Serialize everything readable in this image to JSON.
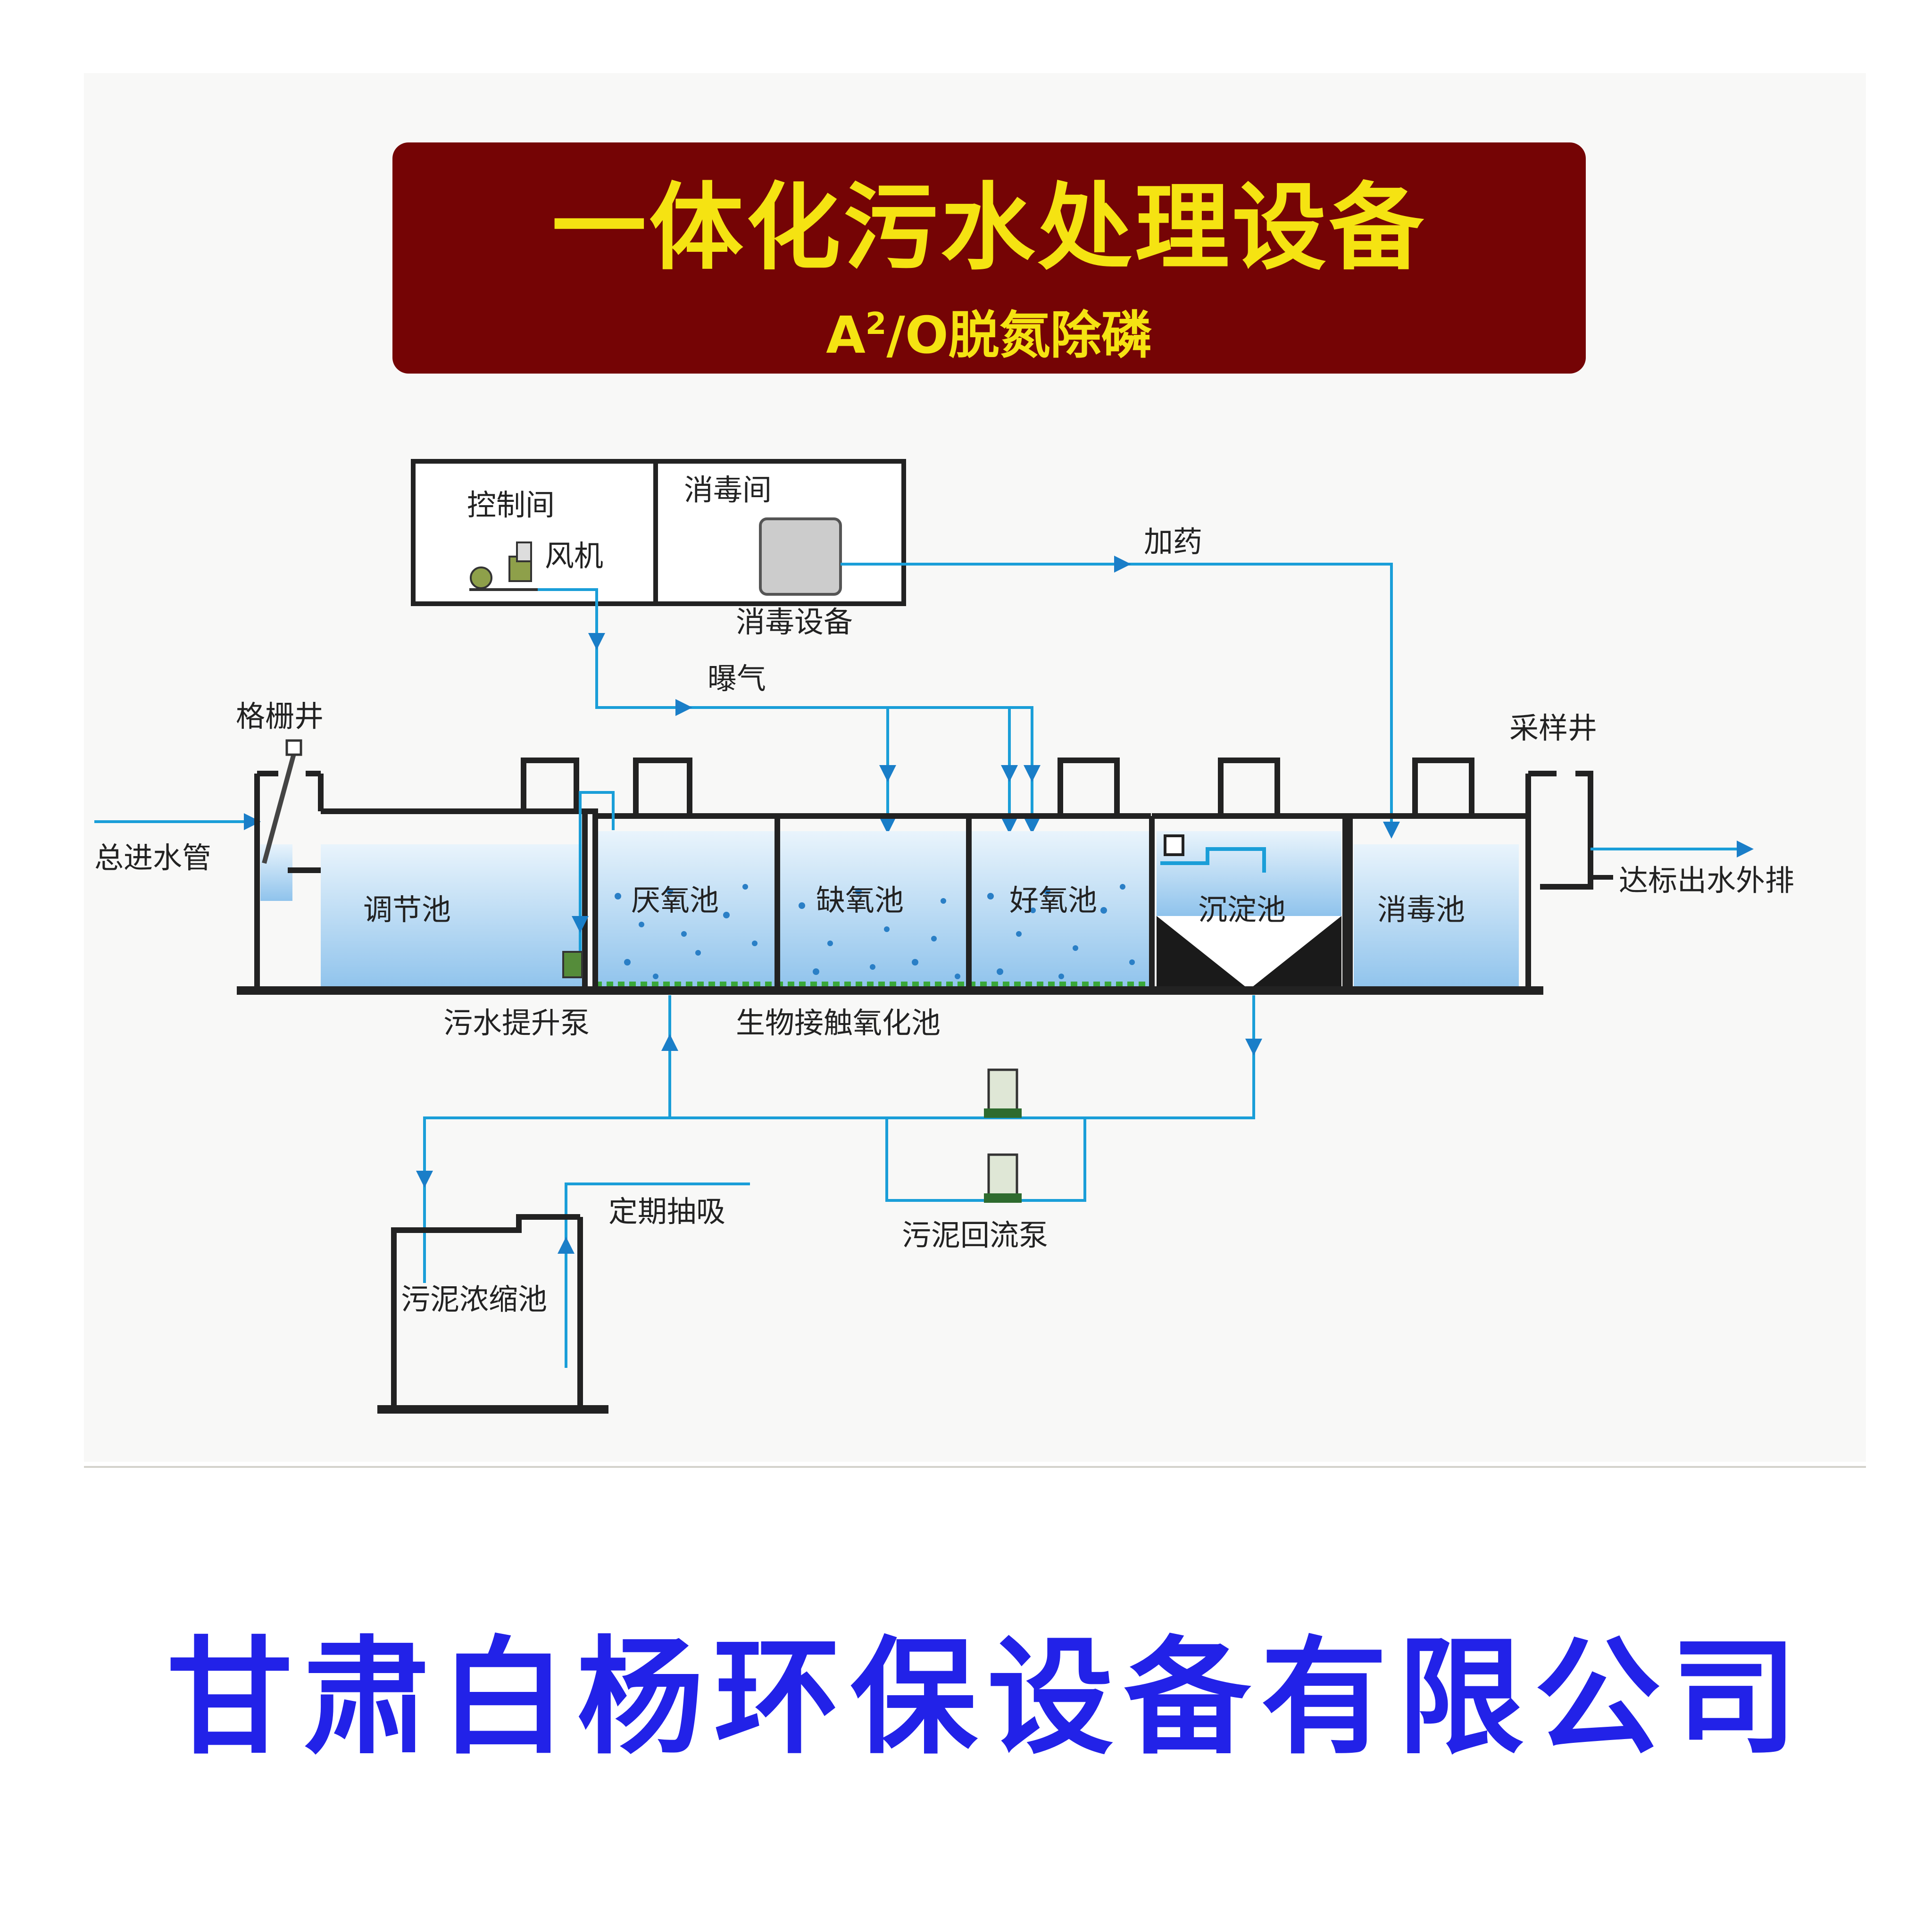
{
  "header": {
    "title": "一体化污水处理设备",
    "subtitle_main": "A",
    "subtitle_sup": "2",
    "subtitle_rest": "/O脱氮除磷"
  },
  "rooms": {
    "control_room": "控制间",
    "blower": "风机",
    "disinfection_room": "消毒间",
    "disinfection_equipment": "消毒设备"
  },
  "flows": {
    "dosing": "加药",
    "aeration": "曝气",
    "main_inlet": "总进水管",
    "discharge": "达标出水外排",
    "periodic_suction": "定期抽吸"
  },
  "structures": {
    "grille_well": "格栅井",
    "sampling_well": "采样井",
    "regulating_tank": "调节池",
    "anaerobic_tank": "厌氧池",
    "anoxic_tank": "缺氧池",
    "aerobic_tank": "好氧池",
    "sedimentation_tank": "沉淀池",
    "disinfection_tank": "消毒池",
    "lift_pump": "污水提升泵",
    "bio_contact_tank": "生物接触氧化池",
    "sludge_return_pump": "污泥回流泵",
    "sludge_thickener": "污泥浓缩池"
  },
  "footer": {
    "company": "甘肃白杨环保设备有限公司"
  },
  "colors": {
    "banner_bg": "#750405",
    "banner_text": "#f5e312",
    "pipe": "#1a9ed8",
    "water": "#b8d9f2",
    "wall": "#222222",
    "company_text": "#2222e8"
  }
}
